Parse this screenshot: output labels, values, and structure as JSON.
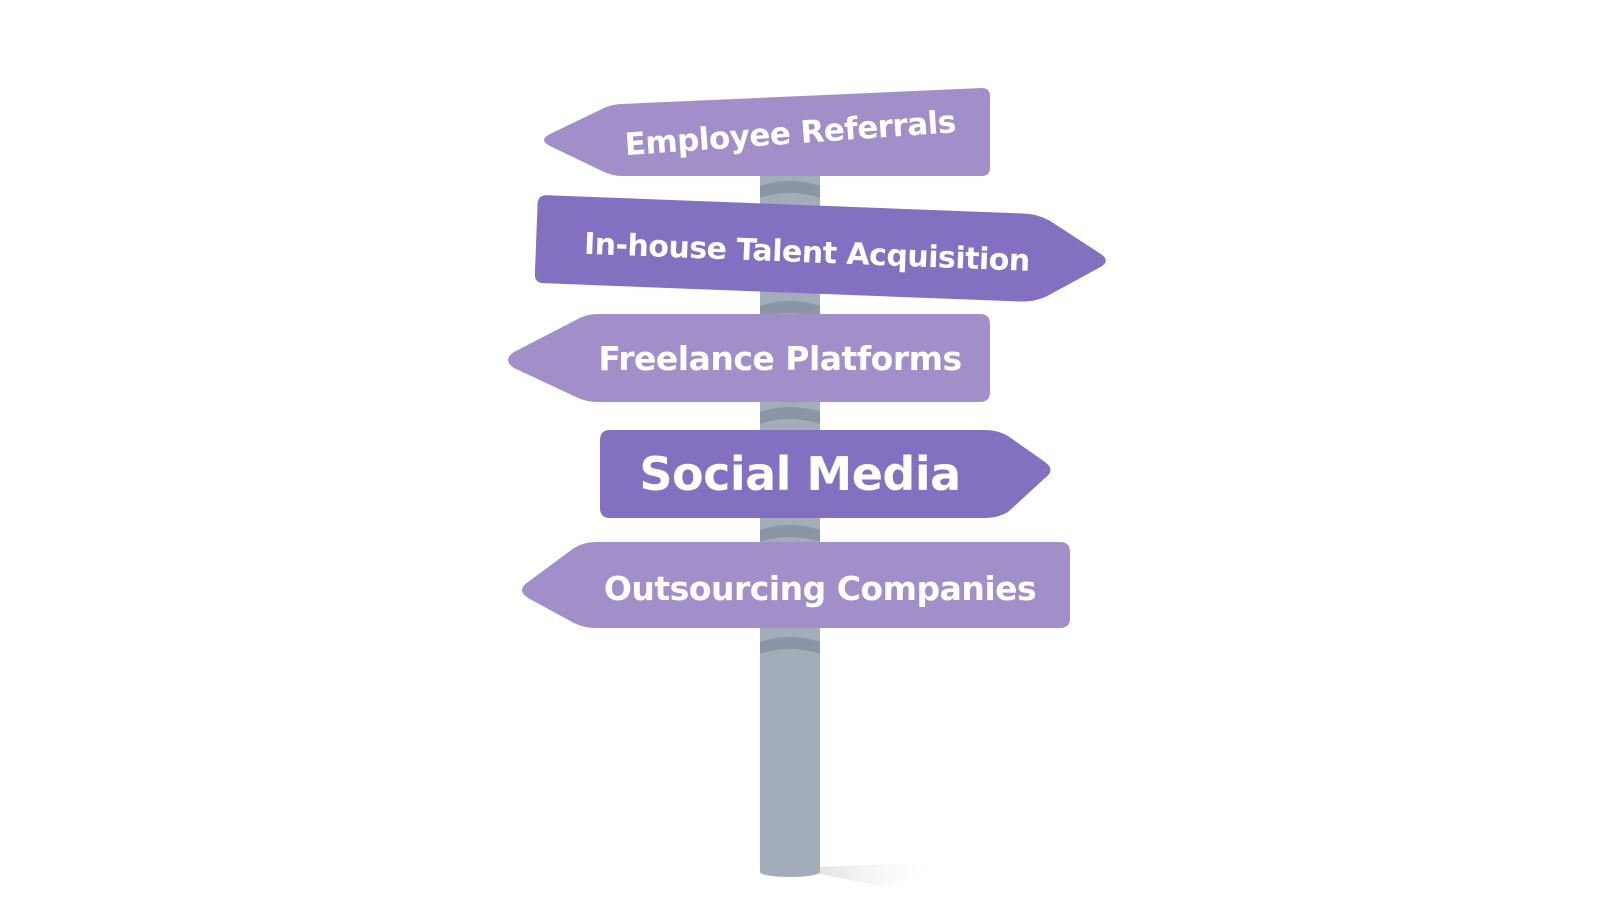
{
  "signs": [
    {
      "label": "Employee Referrals",
      "direction": "left",
      "color": "#a28fc9"
    },
    {
      "label": "In-house Talent Acquisition",
      "direction": "right",
      "color": "#8470c1"
    },
    {
      "label": "Freelance Platforms",
      "direction": "left",
      "color": "#a28fc9"
    },
    {
      "label": "Social Media",
      "direction": "right",
      "color": "#8470c1"
    },
    {
      "label": "Outsourcing Companies",
      "direction": "left",
      "color": "#a28fc9"
    }
  ],
  "colors": {
    "pole": "#a3acb9",
    "pole_band": "#8a95a6",
    "shadow": "#d8d8d8",
    "text": "#ffffff"
  }
}
